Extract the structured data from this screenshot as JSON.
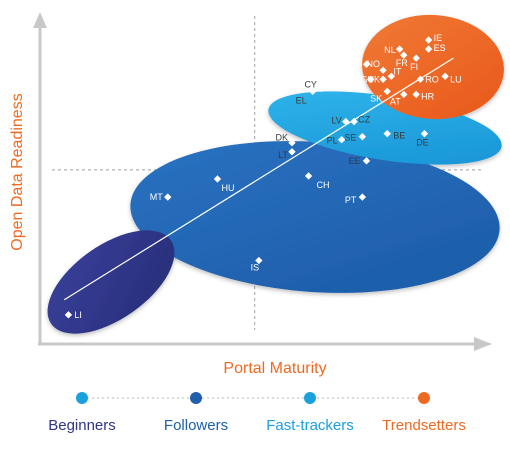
{
  "chart_data": {
    "type": "scatter",
    "xlabel": "Portal Maturity",
    "ylabel": "Open Data Readiness",
    "title": "",
    "x_range": [
      0,
      100
    ],
    "y_range": [
      0,
      100
    ],
    "grid": false,
    "reference_lines": {
      "x": 48,
      "y": 55
    },
    "trend_line": {
      "from": [
        2,
        12
      ],
      "to": [
        96,
        92
      ]
    },
    "clusters": [
      {
        "name": "Beginners",
        "color": "#2e3586"
      },
      {
        "name": "Followers",
        "color": "#1f5fab"
      },
      {
        "name": "Fast-trackers",
        "color": "#1aa0dc"
      },
      {
        "name": "Trendsetters",
        "color": "#ee6a22"
      }
    ],
    "points": [
      {
        "label": "LI",
        "x": 3,
        "y": 7,
        "cluster": "Beginners"
      },
      {
        "label": "MT",
        "x": 27,
        "y": 46,
        "cluster": "Followers"
      },
      {
        "label": "HU",
        "x": 39,
        "y": 52,
        "cluster": "Followers"
      },
      {
        "label": "IS",
        "x": 49,
        "y": 25,
        "cluster": "Followers"
      },
      {
        "label": "CH",
        "x": 61,
        "y": 53,
        "cluster": "Followers"
      },
      {
        "label": "PT",
        "x": 74,
        "y": 46,
        "cluster": "Followers"
      },
      {
        "label": "DK",
        "x": 57,
        "y": 64,
        "cluster": "Fast-trackers"
      },
      {
        "label": "LT",
        "x": 57,
        "y": 61,
        "cluster": "Fast-trackers"
      },
      {
        "label": "EE",
        "x": 75,
        "y": 58,
        "cluster": "Fast-trackers"
      },
      {
        "label": "PL",
        "x": 69,
        "y": 65,
        "cluster": "Fast-trackers"
      },
      {
        "label": "SE",
        "x": 74,
        "y": 66,
        "cluster": "Fast-trackers"
      },
      {
        "label": "BE",
        "x": 80,
        "y": 67,
        "cluster": "Fast-trackers"
      },
      {
        "label": "DE",
        "x": 89,
        "y": 67,
        "cluster": "Fast-trackers"
      },
      {
        "label": "LV",
        "x": 70,
        "y": 71,
        "cluster": "Fast-trackers"
      },
      {
        "label": "CZ",
        "x": 72,
        "y": 71,
        "cluster": "Fast-trackers"
      },
      {
        "label": "CY",
        "x": 64,
        "y": 82,
        "cluster": "Fast-trackers"
      },
      {
        "label": "EL",
        "x": 62,
        "y": 81,
        "cluster": "Fast-trackers"
      },
      {
        "label": "IE",
        "x": 90,
        "y": 98,
        "cluster": "Trendsetters"
      },
      {
        "label": "ES",
        "x": 90,
        "y": 95,
        "cluster": "Trendsetters"
      },
      {
        "label": "NL",
        "x": 83,
        "y": 95,
        "cluster": "Trendsetters"
      },
      {
        "label": "FR",
        "x": 84,
        "y": 93,
        "cluster": "Trendsetters"
      },
      {
        "label": "FI",
        "x": 87,
        "y": 92,
        "cluster": "Trendsetters"
      },
      {
        "label": "SI",
        "x": 75,
        "y": 90,
        "cluster": "Trendsetters"
      },
      {
        "label": "NO",
        "x": 79,
        "y": 88,
        "cluster": "Trendsetters"
      },
      {
        "label": "BG",
        "x": 76,
        "y": 85,
        "cluster": "Trendsetters"
      },
      {
        "label": "UK",
        "x": 79,
        "y": 85,
        "cluster": "Trendsetters"
      },
      {
        "label": "IT",
        "x": 81,
        "y": 86,
        "cluster": "Trendsetters"
      },
      {
        "label": "RO",
        "x": 88,
        "y": 85,
        "cluster": "Trendsetters"
      },
      {
        "label": "LU",
        "x": 94,
        "y": 86,
        "cluster": "Trendsetters"
      },
      {
        "label": "SK",
        "x": 80,
        "y": 81,
        "cluster": "Trendsetters"
      },
      {
        "label": "AT",
        "x": 84,
        "y": 80,
        "cluster": "Trendsetters"
      },
      {
        "label": "HR",
        "x": 87,
        "y": 80,
        "cluster": "Trendsetters"
      }
    ]
  },
  "legend": {
    "items": [
      {
        "label": "Beginners",
        "dot_color": "#1aa0dc",
        "text_color": "#2e3586"
      },
      {
        "label": "Followers",
        "dot_color": "#1f5fab",
        "text_color": "#1f5fab"
      },
      {
        "label": "Fast-trackers",
        "dot_color": "#1aa0dc",
        "text_color": "#1aa0dc"
      },
      {
        "label": "Trendsetters",
        "dot_color": "#ee6a22",
        "text_color": "#ee6a22"
      }
    ]
  },
  "colors": {
    "axis": "#c8c8c8",
    "axis_title": "#ee6a22",
    "dashed": "#9aa0a6"
  }
}
